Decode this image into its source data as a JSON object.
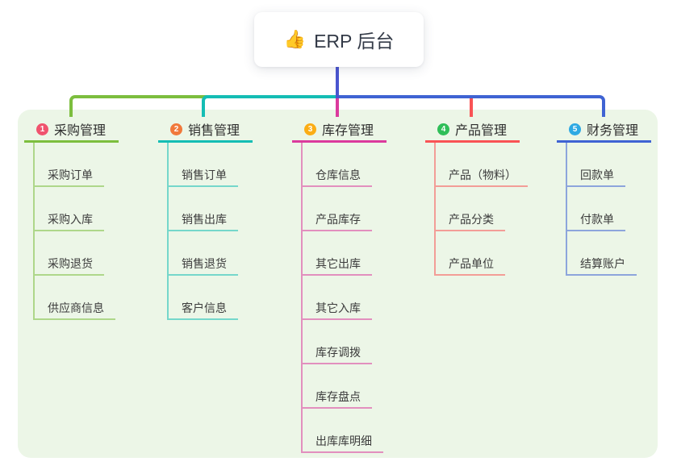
{
  "root": {
    "icon": "👍",
    "label": "ERP 后台"
  },
  "branches": [
    {
      "index": "1",
      "title": "采购管理",
      "badge_color": "#f0536e",
      "line_color": "#7cbe3e",
      "children": [
        "采购订单",
        "采购入库",
        "采购退货",
        "供应商信息"
      ]
    },
    {
      "index": "2",
      "title": "销售管理",
      "badge_color": "#f1793b",
      "line_color": "#14bdb4",
      "children": [
        "销售订单",
        "销售出库",
        "销售退货",
        "客户信息"
      ]
    },
    {
      "index": "3",
      "title": "库存管理",
      "badge_color": "#fbad15",
      "line_color": "#db3a9d",
      "children": [
        "仓库信息",
        "产品库存",
        "其它出库",
        "其它入库",
        "库存调拨",
        "库存盘点",
        "出库库明细"
      ]
    },
    {
      "index": "4",
      "title": "产品管理",
      "badge_color": "#2fbe58",
      "line_color": "#f95355",
      "children": [
        "产品（物料）",
        "产品分类",
        "产品单位"
      ]
    },
    {
      "index": "5",
      "title": "财务管理",
      "badge_color": "#2ea9e3",
      "line_color": "#3f63d3",
      "children": [
        "回款单",
        "付款单",
        "结算账户"
      ]
    }
  ],
  "colors": {
    "stem": "#4a55d0",
    "panel_bg": "#ecf6e7",
    "root_text": "#333a47"
  }
}
